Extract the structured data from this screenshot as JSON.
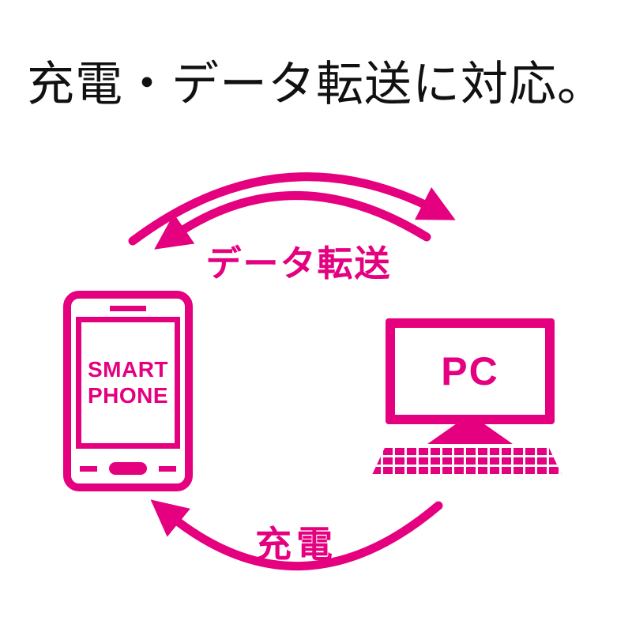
{
  "title": "充電・データ転送に対応。",
  "colors": {
    "accent": "#e4007f",
    "title_text": "#111111",
    "background": "#ffffff"
  },
  "diagram": {
    "top_arrow_label": "データ転送",
    "bottom_arrow_label": "充電",
    "smartphone": {
      "label_line1": "SMART",
      "label_line2": "PHONE"
    },
    "pc": {
      "label": "PC"
    },
    "icons": {
      "smartphone": "smartphone-outline-icon",
      "pc": "desktop-monitor-with-keyboard-icon",
      "top_arrows": "curved-bidirectional-arrow-icon",
      "bottom_arrow": "curved-left-arrow-icon"
    }
  }
}
